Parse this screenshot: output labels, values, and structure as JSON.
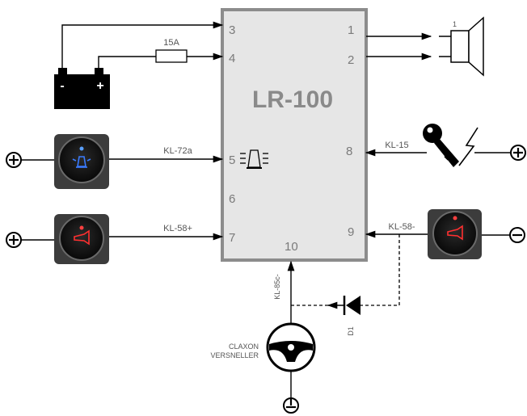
{
  "module": {
    "title": "LR-100",
    "pins": {
      "p1": "1",
      "p2": "2",
      "p3": "3",
      "p4": "4",
      "p5": "5",
      "p6": "6",
      "p7": "7",
      "p8": "8",
      "p9": "9",
      "p10": "10"
    }
  },
  "labels": {
    "fuse": "15A",
    "kl72a": "KL-72a",
    "kl58plus": "KL-58+",
    "kl15": "KL-15",
    "kl58minus": "KL-58-",
    "kl85c": "KL-85c-",
    "diode": "D1",
    "speaker_num": "1",
    "claxon": "CLAXON",
    "versneller": "VERSNELLER",
    "battery_minus": "-",
    "battery_plus": "+"
  },
  "colors": {
    "wire": "#000000",
    "module_fill": "#e6e6e6",
    "module_border": "#8c8c8c",
    "switch_bg": "#4a4a4a",
    "beacon_led": "#3a7bff",
    "horn_led": "#ff3030"
  },
  "icons": {
    "beacon": "beacon-icon",
    "horn": "horn-icon",
    "key": "key-icon",
    "lightning": "lightning-icon",
    "speaker": "speaker-icon",
    "battery": "battery-icon",
    "steering_wheel": "steering-wheel-icon",
    "diode": "diode-icon",
    "plus": "plus-terminal-icon",
    "minus": "minus-terminal-icon",
    "ground": "ground-icon"
  }
}
